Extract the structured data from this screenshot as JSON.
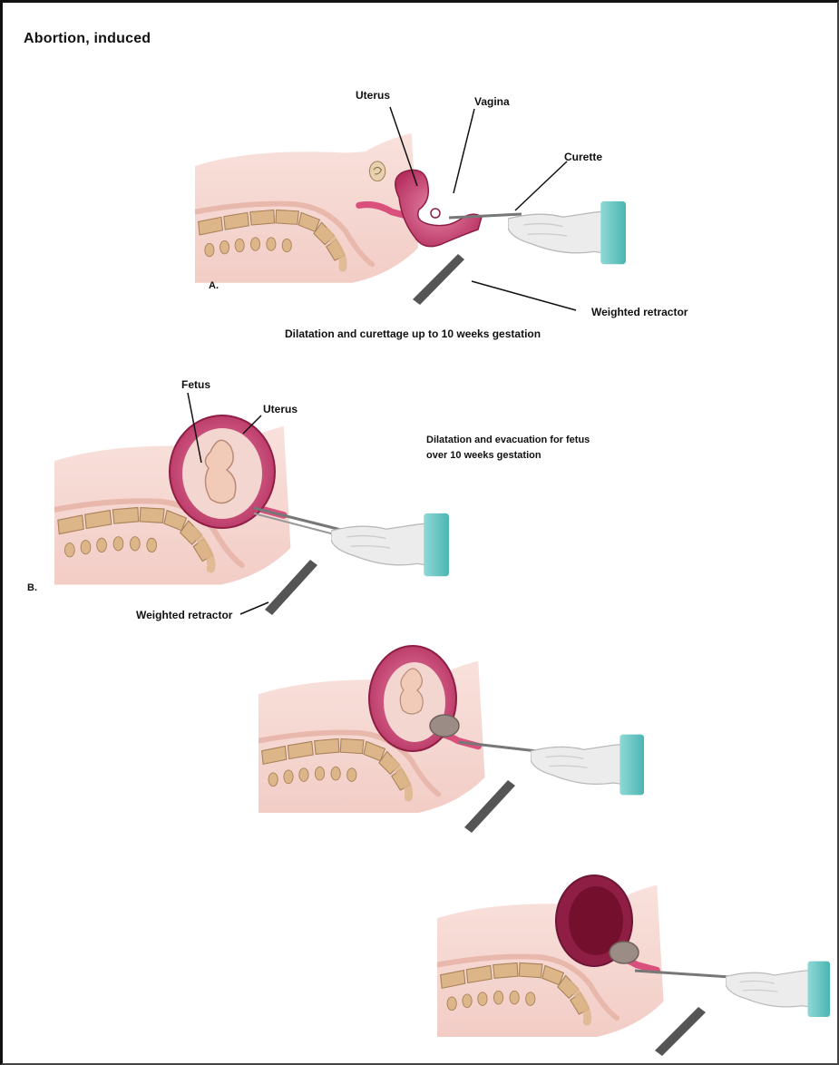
{
  "title": "Abortion, induced",
  "labels": {
    "uterus_a": "Uterus",
    "vagina": "Vagina",
    "curette": "Curette",
    "weighted_retractor_a": "Weighted retractor",
    "panel_a": "A.",
    "caption_a": "Dilatation and curettage up to 10 weeks gestation",
    "fetus": "Fetus",
    "uterus_b": "Uterus",
    "caption_b_line1": "Dilatation and evacuation for fetus",
    "caption_b_line2": "over 10 weeks gestation",
    "panel_b": "B.",
    "weighted_retractor_b": "Weighted retractor"
  },
  "colors": {
    "skin": "#f7d9d4",
    "uterus": "#c23a6a",
    "uterus_dark": "#8e1e44",
    "spine": "#d9b38a",
    "glove": "#e9e9e9",
    "sleeve": "#62c6c4",
    "instrument": "#555555"
  }
}
